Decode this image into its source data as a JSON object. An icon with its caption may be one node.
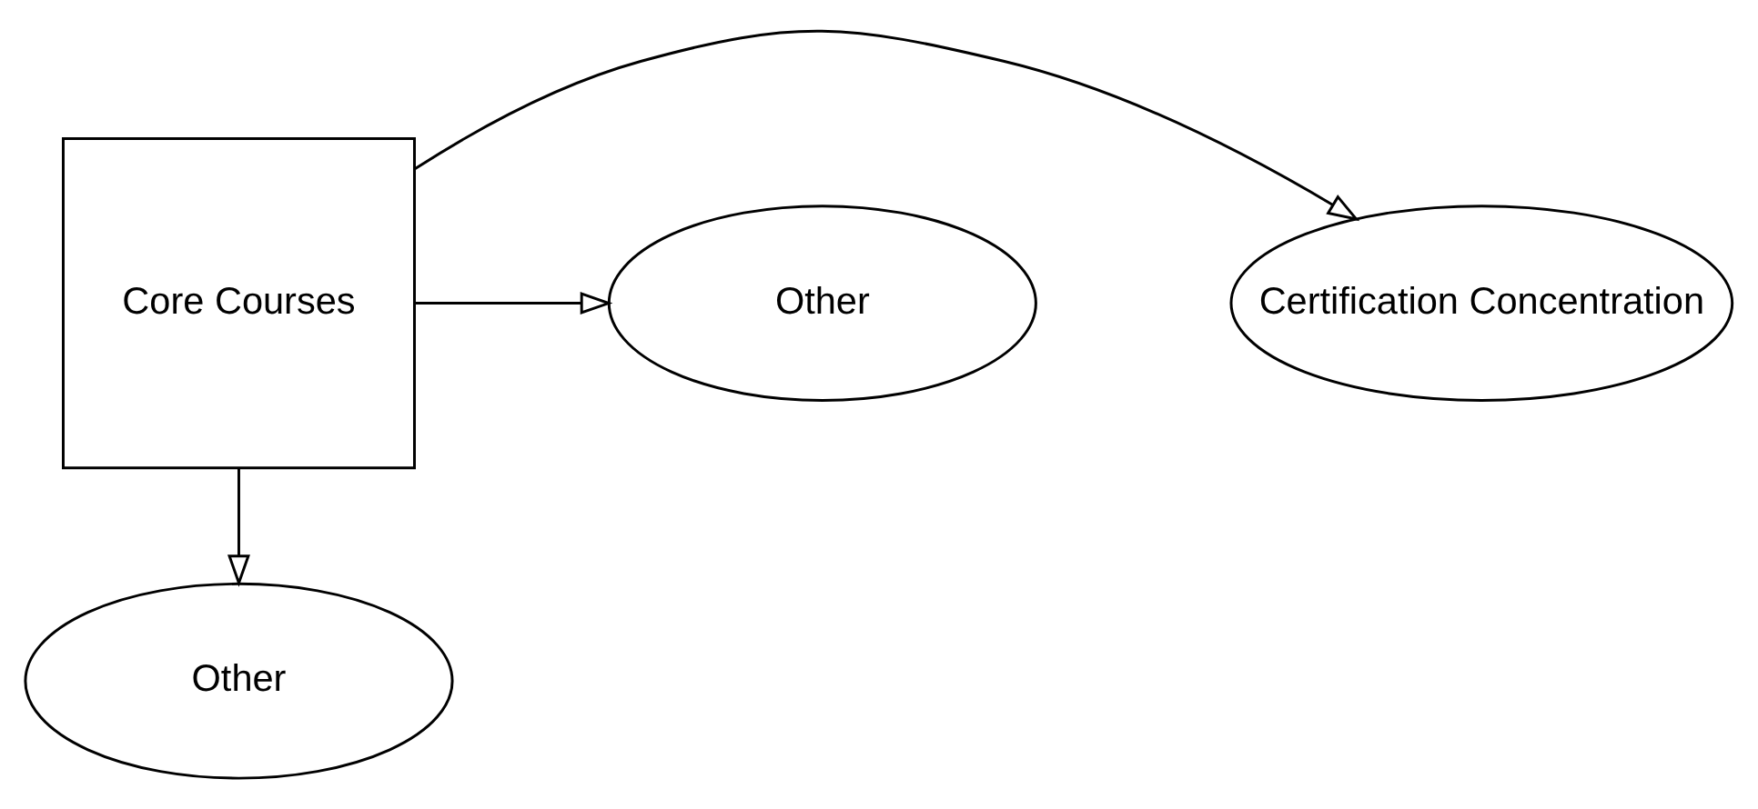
{
  "diagram": {
    "nodes": [
      {
        "text": [
          "Core Courses"
        ]
      },
      {
        "text": [
          "Certification Concentration"
        ]
      },
      {
        "text": [
          "Other"
        ]
      },
      {
        "text": [
          "Other"
        ]
      }
    ],
    "edges": [
      {
        "from": 0,
        "to": 1,
        "arrow": "to"
      },
      {
        "from": 0,
        "to": 2,
        "arrow": "to"
      },
      {
        "from": 0,
        "to": 3,
        "arrow": "to"
      }
    ]
  }
}
